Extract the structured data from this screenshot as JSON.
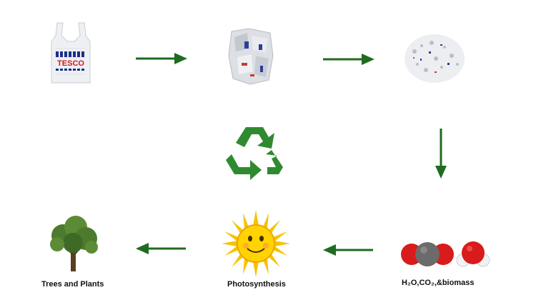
{
  "stages": {
    "bag": {
      "brand_text": "TESCO"
    },
    "trees": {
      "label": "Trees and Plants"
    },
    "sun": {
      "label": "Photosynthesis"
    },
    "molecules": {
      "label": "H₂O,CO₂,&biomass"
    }
  },
  "icons": {
    "recycle": "recycle-icon",
    "arrow": "arrow-icon"
  },
  "colors": {
    "arrow": "#1f6b1f",
    "recycle": "#2f8a2f",
    "oxygen": "#d81b1b",
    "carbon": "#6b6b6b",
    "hydrogen": "#f2f2f2",
    "sun": "#f7c300"
  }
}
